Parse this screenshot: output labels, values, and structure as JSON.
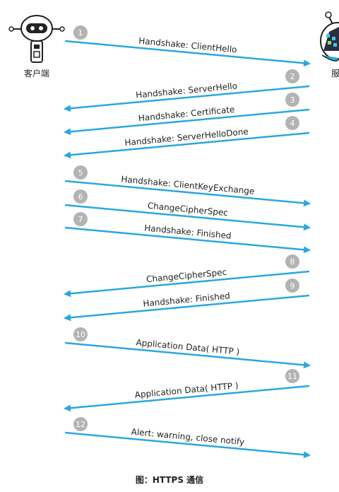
{
  "client_label": "客户端",
  "server_label": "服",
  "caption": "图：HTTPS 通信",
  "colors": {
    "arrow": "#2aa7e0",
    "badge": "#b3b3b3"
  },
  "messages": [
    {
      "num": "1",
      "label": "Handshake: ClientHello",
      "dir": "right"
    },
    {
      "num": "2",
      "label": "Handshake: ServerHello",
      "dir": "left"
    },
    {
      "num": "3",
      "label": "Handshake: Certificate",
      "dir": "left"
    },
    {
      "num": "4",
      "label": "Handshake: ServerHelloDone",
      "dir": "left"
    },
    {
      "num": "5",
      "label": "Handshake: ClientKeyExchange",
      "dir": "right"
    },
    {
      "num": "6",
      "label": "ChangeCipherSpec",
      "dir": "right"
    },
    {
      "num": "7",
      "label": "Handshake: Finished",
      "dir": "right"
    },
    {
      "num": "8",
      "label": "ChangeCipherSpec",
      "dir": "left"
    },
    {
      "num": "9",
      "label": "Handshake: Finished",
      "dir": "left"
    },
    {
      "num": "10",
      "label": "Application Data( HTTP )",
      "dir": "right"
    },
    {
      "num": "11",
      "label": "Application Data( HTTP )",
      "dir": "left"
    },
    {
      "num": "12",
      "label": "Alert: warning, close notify",
      "dir": "right"
    }
  ]
}
